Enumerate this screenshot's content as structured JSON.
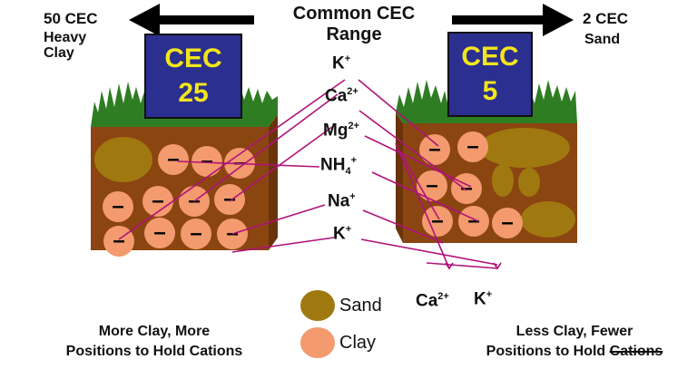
{
  "header": {
    "title_line1": "Common CEC",
    "title_line2": "Range",
    "left_value": "50 CEC",
    "left_soil_line1": "Heavy",
    "left_soil_line2": "Clay",
    "right_value": "2 CEC",
    "right_soil": "Sand"
  },
  "blocks": {
    "left": {
      "sign_line1": "CEC",
      "sign_line2": "25"
    },
    "right": {
      "sign_line1": "CEC",
      "sign_line2": "5"
    }
  },
  "ions": [
    {
      "base": "K",
      "sup": "+",
      "sub": ""
    },
    {
      "base": "Ca",
      "sup": "2+",
      "sub": ""
    },
    {
      "base": "Mg",
      "sup": "2+",
      "sub": ""
    },
    {
      "base": "NH",
      "sup": "+",
      "sub": "4"
    },
    {
      "base": "Na",
      "sup": "+",
      "sub": ""
    },
    {
      "base": "K",
      "sup": "+",
      "sub": ""
    }
  ],
  "free_ions": [
    {
      "base": "Ca",
      "sup": "2+"
    },
    {
      "base": "K",
      "sup": "+"
    }
  ],
  "legend": {
    "sand": "Sand",
    "clay": "Clay"
  },
  "charge_symbol": "–",
  "captions": {
    "left_line1": "More Clay, More",
    "left_line2": "Positions to Hold Cations",
    "right_line1": "Less Clay, Fewer",
    "right_line2": "Positions to Hold",
    "right_strike": "Cations"
  },
  "colors": {
    "sign_fill": "#2b2f8f",
    "sign_text": "#f3e51c",
    "soil": "#8b4510",
    "soil_shadow": "#6a330a",
    "grass": "#2f7d22",
    "sand": "#a07810",
    "clay": "#f39a6e",
    "line": "#b0127a"
  }
}
